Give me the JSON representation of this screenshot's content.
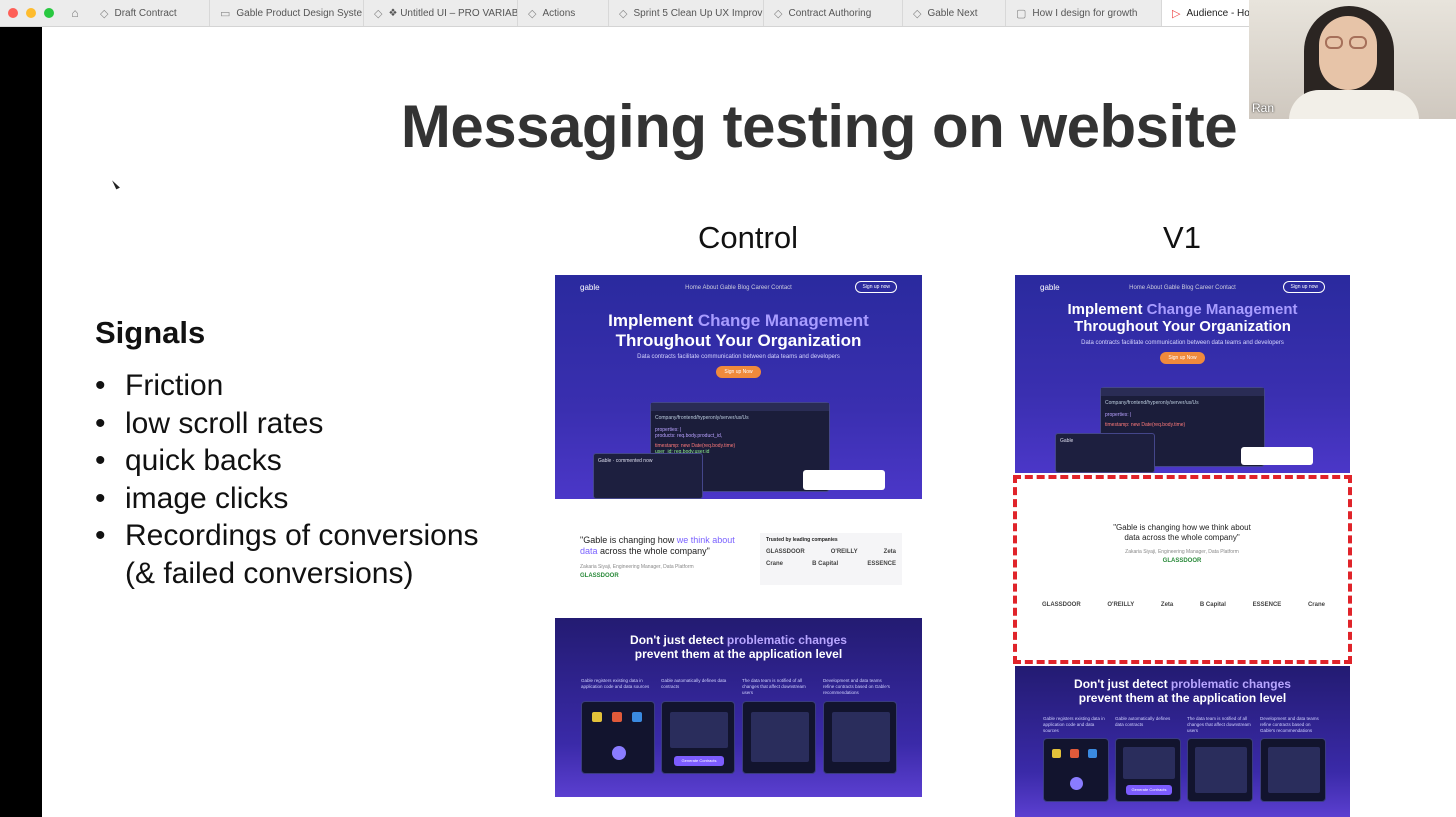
{
  "tabs": [
    {
      "label": "Draft Contract",
      "icon": "tag-icon"
    },
    {
      "label": "Gable Product Design Syste",
      "icon": "book-icon"
    },
    {
      "label": "❖ Untitled UI – PRO VARIAB",
      "icon": "tag-icon"
    },
    {
      "label": "Actions",
      "icon": "tag-icon"
    },
    {
      "label": "Sprint 5 Clean Up UX Improv",
      "icon": "tag-icon"
    },
    {
      "label": "Contract Authoring",
      "icon": "tag-icon"
    },
    {
      "label": "Gable Next",
      "icon": "tag-icon"
    },
    {
      "label": "How I design for growth",
      "icon": "chat-icon"
    },
    {
      "label": "Audience - Ho",
      "icon": "play-icon"
    }
  ],
  "slide": {
    "title": "Messaging testing on website",
    "signals_heading": "Signals",
    "signals": [
      "Friction",
      "low scroll rates",
      "quick backs",
      "image clicks",
      "Recordings of conversions"
    ],
    "signals_cont": "(& failed conversions)",
    "col_control": "Control",
    "col_v1": "V1"
  },
  "site": {
    "logo": "gable",
    "nav": "Home     About Gable     Blog     Career     Contact",
    "cta": "Sign up now",
    "hero_pre": "Implement ",
    "hero_hl": "Change Management",
    "hero_post": "Throughout Your Organization",
    "sub": "Data contracts facilitate communication between data teams and developers",
    "btn": "Sign up Now",
    "code_path": "Company/frontend/hyperonly/server/us/Us",
    "card_user": "Gable",
    "card_status": "commented now",
    "quote_pre": "\"Gable is changing how ",
    "quote_hl": "we think about data",
    "quote_post": " across the whole company\"",
    "quote_full": "\"Gable is changing how we think about data across the whole company\"",
    "quote_by": "Zakaria Siyaji, Engineering Manager, Data Platform",
    "quote_co": "GLASSDOOR",
    "trusted": "Trusted by leading companies",
    "logos": [
      "GLASSDOOR",
      "O'REILLY",
      "Zeta",
      "Crane",
      "B Capital",
      "ESSENCE"
    ],
    "bottom_pre": "Don't just detect ",
    "bottom_hl": "problematic changes",
    "bottom_post": "prevent them at the application level",
    "steps": [
      "Gable registers existing data in application code and data sources",
      "Gable automatically defines data contracts",
      "The data team is notified of all changes that affect downstream users",
      "Development and data teams refine contracts based on Gable's recommendations"
    ],
    "gen_btn": "Generate Contracts"
  },
  "video": {
    "name": "Ran"
  },
  "colors": {
    "accent": "#7a62ff",
    "dashed": "#e0242a",
    "hero_bg": "#2a2a9e"
  }
}
